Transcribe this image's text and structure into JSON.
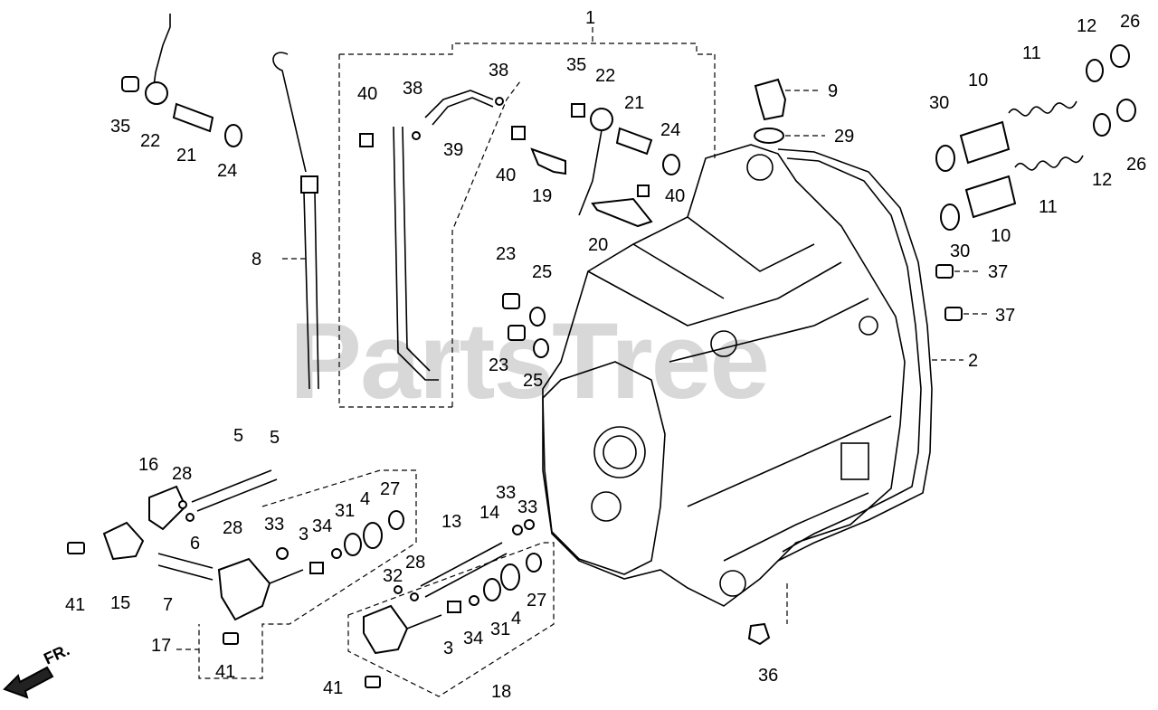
{
  "watermark": "PartsTree",
  "direction_label": "FR.",
  "callouts": {
    "c1": "1",
    "c2": "2",
    "c3a": "3",
    "c3b": "3",
    "c4a": "4",
    "c4b": "4",
    "c5a": "5",
    "c5b": "5",
    "c6": "6",
    "c7": "7",
    "c8": "8",
    "c9": "9",
    "c10a": "10",
    "c10b": "10",
    "c11a": "11",
    "c11b": "11",
    "c12a": "12",
    "c12b": "12",
    "c13": "13",
    "c14": "14",
    "c15": "15",
    "c16": "16",
    "c17": "17",
    "c18": "18",
    "c19": "19",
    "c20": "20",
    "c21a": "21",
    "c21b": "21",
    "c22a": "22",
    "c22b": "22",
    "c23a": "23",
    "c23b": "23",
    "c24a": "24",
    "c24b": "24",
    "c25a": "25",
    "c25b": "25",
    "c26a": "26",
    "c26b": "26",
    "c27a": "27",
    "c27b": "27",
    "c28a": "28",
    "c28b": "28",
    "c28c": "28",
    "c29": "29",
    "c30a": "30",
    "c30b": "30",
    "c31a": "31",
    "c31b": "31",
    "c32": "32",
    "c33a": "33",
    "c33b": "33",
    "c33c": "33",
    "c34a": "34",
    "c34b": "34",
    "c35a": "35",
    "c35b": "35",
    "c36": "36",
    "c37a": "37",
    "c37b": "37",
    "c38a": "38",
    "c38b": "38",
    "c39": "39",
    "c40a": "40",
    "c40b": "40",
    "c40c": "40",
    "c41a": "41",
    "c41b": "41",
    "c41c": "41"
  }
}
